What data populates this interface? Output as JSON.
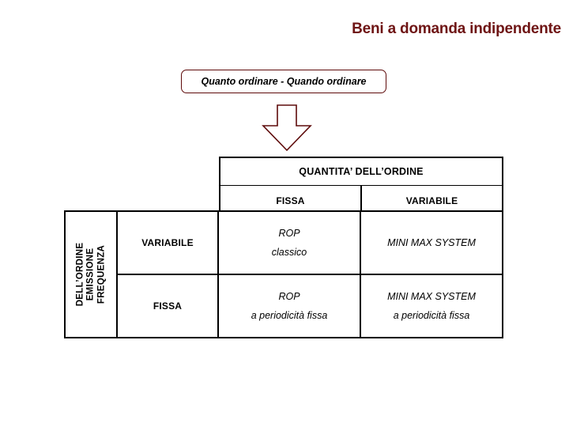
{
  "title": "Beni a domanda indipendente",
  "subtitle": {
    "label": "Quanto ordinare - Quando ordinare"
  },
  "arrow": {
    "icon": "arrow-down-icon",
    "color": "#5E0B0B"
  },
  "colors": {
    "title": "#6E1414",
    "box_border": "#5E0B0B",
    "table_border": "#000000",
    "background": "#ffffff"
  },
  "matrix": {
    "column_group_header": "QUANTITA’ DELL’ORDINE",
    "column_headers": [
      "FISSA",
      "VARIABILE"
    ],
    "row_group_label_lines": [
      "FREQUENZA",
      "EMISSIONE",
      "DELL’ORDINE"
    ],
    "row_headers": [
      "VARIABILE",
      "FISSA"
    ],
    "cells": [
      [
        {
          "line1": "ROP",
          "line2": "classico"
        },
        {
          "line1": "MINI MAX SYSTEM",
          "line2": ""
        }
      ],
      [
        {
          "line1": "ROP",
          "line2": "a periodicità fissa"
        },
        {
          "line1": "MINI MAX SYSTEM",
          "line2": "a periodicità fissa"
        }
      ]
    ]
  }
}
